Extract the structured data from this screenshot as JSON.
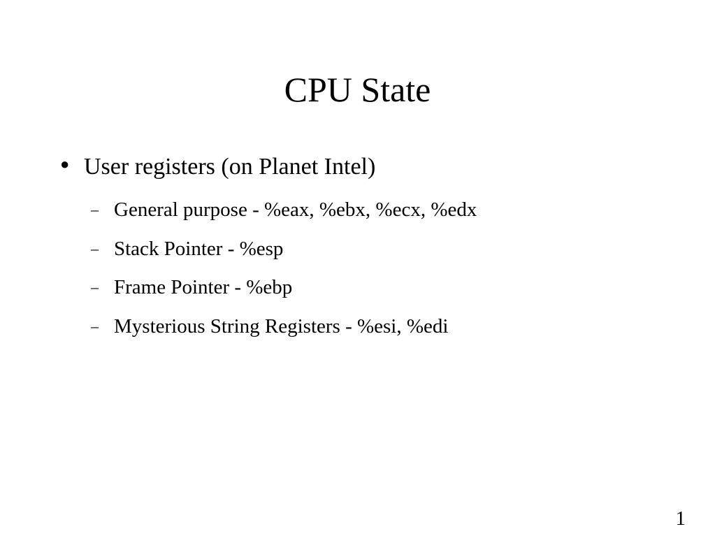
{
  "slide": {
    "title": "CPU State",
    "bullets": [
      {
        "marker": "●",
        "text": "User registers (on Planet Intel)",
        "sub_items": [
          {
            "marker": "–",
            "text": "General purpose - %eax, %ebx, %ecx, %edx"
          },
          {
            "marker": "–",
            "text": "Stack Pointer - %esp"
          },
          {
            "marker": "–",
            "text": "Frame Pointer - %ebp"
          },
          {
            "marker": "–",
            "text": "Mysterious String Registers - %esi, %edi"
          }
        ]
      }
    ],
    "page_number": "1"
  },
  "colors": {
    "background": "#ffffff",
    "text": "#000000"
  }
}
